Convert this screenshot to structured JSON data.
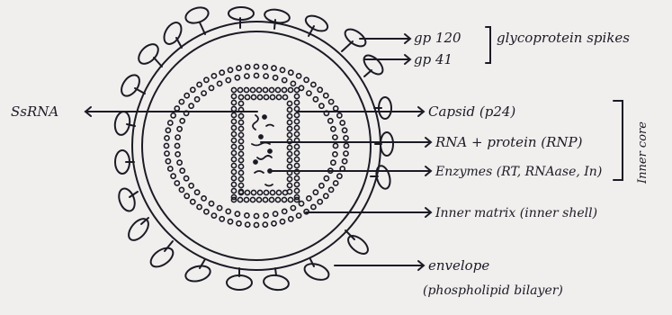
{
  "diagram": {
    "labels": {
      "ssrna": "SsRNA",
      "gp120": "gp 120",
      "gp41": "gp 41",
      "glycoprotein_spikes": "glycoprotein spikes",
      "capsid": "Capsid (p24)",
      "rna_protein": "RNA + protein (RNP)",
      "enzymes": "Enzymes (RT, RNAase, In)",
      "inner_core": "Inner core",
      "inner_matrix": "Inner matrix (inner shell)",
      "envelope": "envelope",
      "envelope_detail": "(phospholipid bilayer)"
    },
    "colors": {
      "ink": "#1b1b24",
      "paper": "#f1eeee"
    }
  }
}
